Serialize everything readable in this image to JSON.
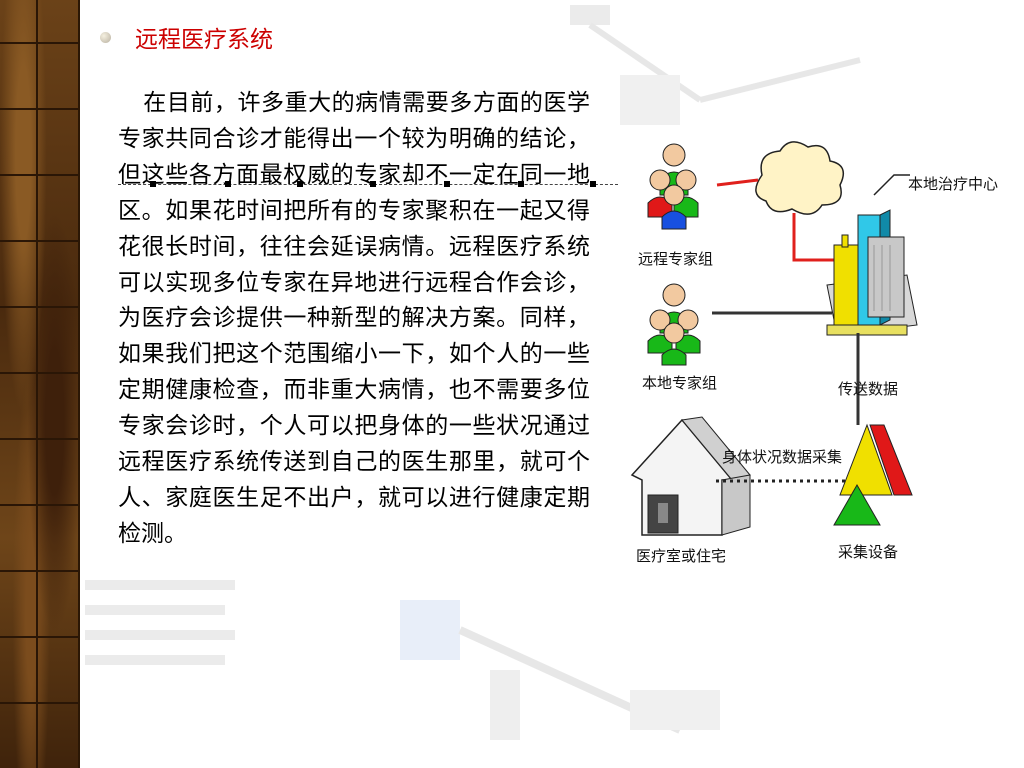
{
  "slide": {
    "heading": "远程医疗系统",
    "paragraph": "在目前，许多重大的病情需要多方面的医学专家共同合诊才能得出一个较为明确的结论，但这些各方面最权威的专家却不一定在同一地区。如果花时间把所有的专家聚积在一起又得花很长时间，往往会延误病情。远程医疗系统可以实现多位专家在异地进行远程合作会诊，为医疗会诊提供一种新型的解决方案。同样，如果我们把这个范围缩小一下，如个人的一些定期健康检查，而非重大病情，也不需要多位专家会诊时，个人可以把身体的一些状况通过远程医疗系统传送到自己的医生那里，就可个人、家庭医生足不出户，就可以进行健康定期检测。"
  },
  "diagram": {
    "labels": {
      "remote_group": "远程专家组",
      "local_center": "本地治疗中心",
      "local_group": "本地专家组",
      "transmit": "传送数据",
      "collection": "身体状况数据采集",
      "home": "医疗室或住宅",
      "device": "采集设备"
    },
    "colors": {
      "red_link": "#e0201c",
      "building_yellow": "#f0e000",
      "building_cyan": "#30c8e8",
      "person_green": "#18b818",
      "person_red": "#e01818",
      "person_blue": "#1850e0"
    },
    "icons": [
      "people-group-icon",
      "cloud-icon",
      "building-icon",
      "house-icon",
      "triangle-device-icon"
    ]
  }
}
